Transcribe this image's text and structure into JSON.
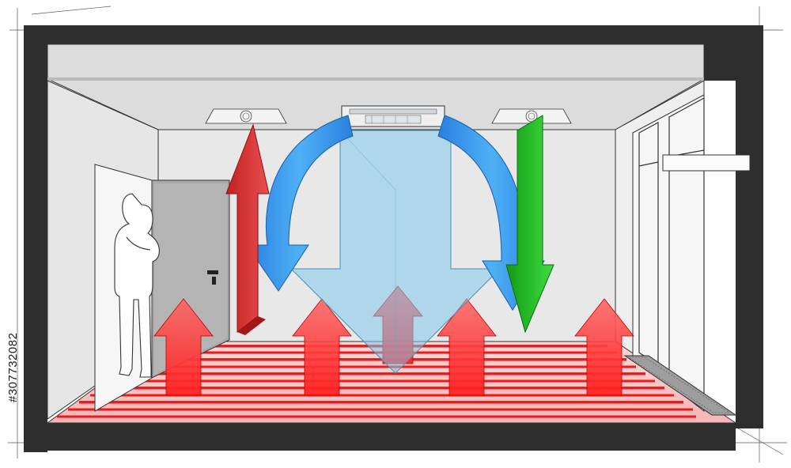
{
  "stock_id": "#307732082",
  "colors": {
    "wall_dark": "#2e2e2e",
    "wall_light": "#e4e4e4",
    "ceiling": "#dedede",
    "floor_heating": "#e81c1c",
    "warm_air": "#d83030",
    "cool_air": "#2f8fe6",
    "supply_air": "#7fc7ea",
    "fresh_air": "#21c421",
    "rising_heat": "#ff3030"
  },
  "icons": [
    "person-silhouette",
    "door-handle",
    "ceiling-diffuser",
    "cassette-ac-unit",
    "floor-heating-loop",
    "window-frame",
    "floor-convector"
  ]
}
